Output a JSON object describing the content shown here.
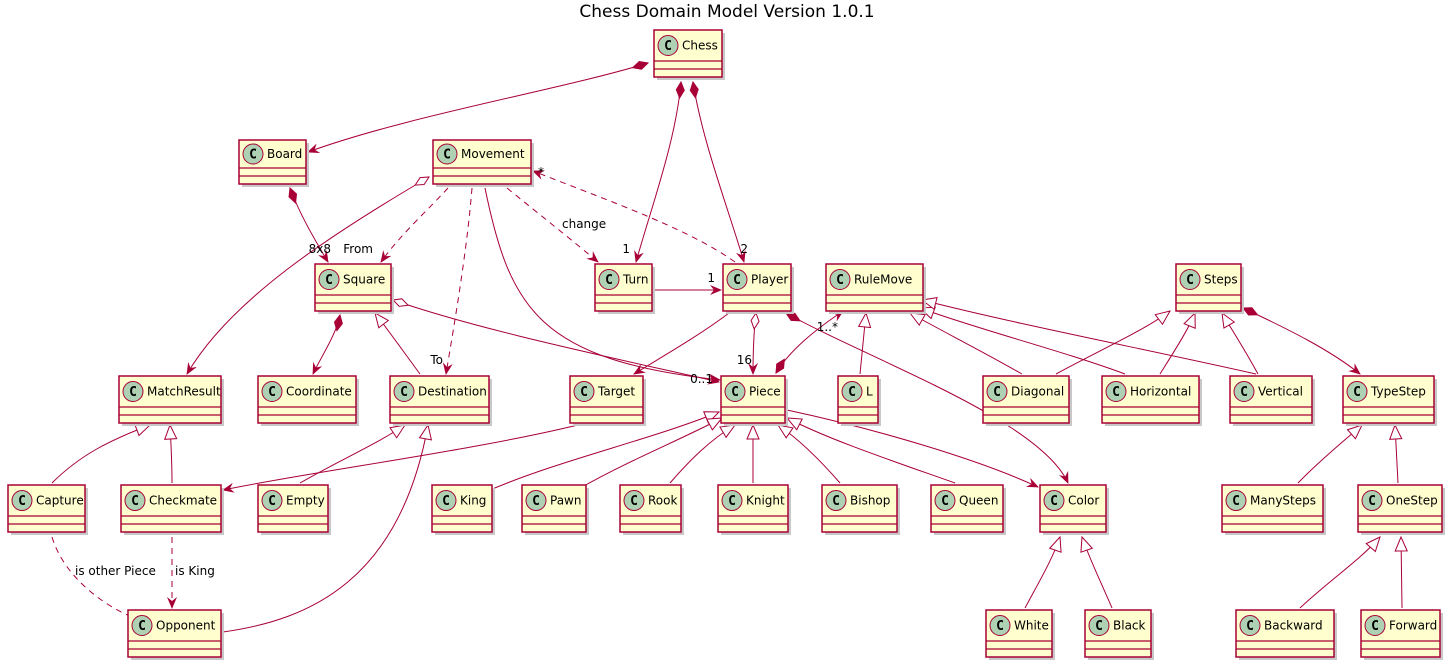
{
  "title": "Chess Domain Model Version 1.0.1",
  "classes": [
    {
      "id": "Chess",
      "name": "Chess"
    },
    {
      "id": "Board",
      "name": "Board"
    },
    {
      "id": "Movement",
      "name": "Movement"
    },
    {
      "id": "Square",
      "name": "Square"
    },
    {
      "id": "Turn",
      "name": "Turn"
    },
    {
      "id": "Player",
      "name": "Player"
    },
    {
      "id": "RuleMove",
      "name": "RuleMove"
    },
    {
      "id": "Steps",
      "name": "Steps"
    },
    {
      "id": "MatchResult",
      "name": "MatchResult"
    },
    {
      "id": "Coordinate",
      "name": "Coordinate"
    },
    {
      "id": "Destination",
      "name": "Destination"
    },
    {
      "id": "Target",
      "name": "Target"
    },
    {
      "id": "Piece",
      "name": "Piece"
    },
    {
      "id": "L",
      "name": "L"
    },
    {
      "id": "Diagonal",
      "name": "Diagonal"
    },
    {
      "id": "Horizontal",
      "name": "Horizontal"
    },
    {
      "id": "Vertical",
      "name": "Vertical"
    },
    {
      "id": "TypeStep",
      "name": "TypeStep"
    },
    {
      "id": "Capture",
      "name": "Capture"
    },
    {
      "id": "Checkmate",
      "name": "Checkmate"
    },
    {
      "id": "Empty",
      "name": "Empty"
    },
    {
      "id": "King",
      "name": "King"
    },
    {
      "id": "Pawn",
      "name": "Pawn"
    },
    {
      "id": "Rook",
      "name": "Rook"
    },
    {
      "id": "Knight",
      "name": "Knight"
    },
    {
      "id": "Bishop",
      "name": "Bishop"
    },
    {
      "id": "Queen",
      "name": "Queen"
    },
    {
      "id": "Color",
      "name": "Color"
    },
    {
      "id": "ManySteps",
      "name": "ManySteps"
    },
    {
      "id": "OneStep",
      "name": "OneStep"
    },
    {
      "id": "Opponent",
      "name": "Opponent"
    },
    {
      "id": "White",
      "name": "White"
    },
    {
      "id": "Black",
      "name": "Black"
    },
    {
      "id": "Backward",
      "name": "Backward"
    },
    {
      "id": "Forward",
      "name": "Forward"
    }
  ],
  "relations": [
    {
      "from": "Chess",
      "to": "Board",
      "kind": "composition"
    },
    {
      "from": "Chess",
      "to": "Turn",
      "kind": "composition",
      "to_mult": "1"
    },
    {
      "from": "Chess",
      "to": "Player",
      "kind": "composition",
      "to_mult": "2"
    },
    {
      "from": "Board",
      "to": "Square",
      "kind": "composition",
      "to_mult": "8x8"
    },
    {
      "from": "Movement",
      "to": "MatchResult",
      "kind": "aggregation"
    },
    {
      "from": "Movement",
      "to": "Square",
      "kind": "dependency",
      "to_mult": "From"
    },
    {
      "from": "Movement",
      "to": "Destination",
      "kind": "dependency",
      "to_mult": "To"
    },
    {
      "from": "Movement",
      "to": "Piece",
      "kind": "association"
    },
    {
      "from": "Movement",
      "to": "Turn",
      "kind": "dependency",
      "label": "change"
    },
    {
      "from": "Player",
      "to": "Movement",
      "kind": "dependency",
      "to_mult": "*"
    },
    {
      "from": "Turn",
      "to": "Player",
      "kind": "association",
      "to_mult": "1"
    },
    {
      "from": "Player",
      "to": "Piece",
      "kind": "aggregation",
      "to_mult": "16"
    },
    {
      "from": "Player",
      "to": "Target",
      "kind": "association"
    },
    {
      "from": "Player",
      "to": "Color",
      "kind": "composition"
    },
    {
      "from": "Square",
      "to": "Coordinate",
      "kind": "composition"
    },
    {
      "from": "Square",
      "to": "Piece",
      "kind": "aggregation",
      "to_mult": "0..1"
    },
    {
      "from": "Destination",
      "to": "Square",
      "kind": "generalization"
    },
    {
      "from": "Piece",
      "to": "RuleMove",
      "kind": "composition",
      "to_mult": "1..*"
    },
    {
      "from": "L",
      "to": "RuleMove",
      "kind": "generalization"
    },
    {
      "from": "Diagonal",
      "to": "RuleMove",
      "kind": "generalization"
    },
    {
      "from": "Horizontal",
      "to": "RuleMove",
      "kind": "generalization"
    },
    {
      "from": "Vertical",
      "to": "RuleMove",
      "kind": "generalization"
    },
    {
      "from": "Diagonal",
      "to": "Steps",
      "kind": "generalization"
    },
    {
      "from": "Horizontal",
      "to": "Steps",
      "kind": "generalization"
    },
    {
      "from": "Vertical",
      "to": "Steps",
      "kind": "generalization"
    },
    {
      "from": "Steps",
      "to": "TypeStep",
      "kind": "composition"
    },
    {
      "from": "Capture",
      "to": "MatchResult",
      "kind": "generalization"
    },
    {
      "from": "Checkmate",
      "to": "MatchResult",
      "kind": "generalization"
    },
    {
      "from": "Target",
      "to": "Checkmate",
      "kind": "association"
    },
    {
      "from": "Empty",
      "to": "Destination",
      "kind": "generalization"
    },
    {
      "from": "Opponent",
      "to": "Destination",
      "kind": "generalization"
    },
    {
      "from": "King",
      "to": "Piece",
      "kind": "generalization"
    },
    {
      "from": "Pawn",
      "to": "Piece",
      "kind": "generalization"
    },
    {
      "from": "Rook",
      "to": "Piece",
      "kind": "generalization"
    },
    {
      "from": "Knight",
      "to": "Piece",
      "kind": "generalization"
    },
    {
      "from": "Bishop",
      "to": "Piece",
      "kind": "generalization"
    },
    {
      "from": "Queen",
      "to": "Piece",
      "kind": "generalization"
    },
    {
      "from": "Piece",
      "to": "Color",
      "kind": "association"
    },
    {
      "from": "ManySteps",
      "to": "TypeStep",
      "kind": "generalization"
    },
    {
      "from": "OneStep",
      "to": "TypeStep",
      "kind": "generalization"
    },
    {
      "from": "Capture",
      "to": "Opponent",
      "kind": "dependency",
      "label": "is other Piece"
    },
    {
      "from": "Checkmate",
      "to": "Opponent",
      "kind": "dependency",
      "label": "is King"
    },
    {
      "from": "White",
      "to": "Color",
      "kind": "generalization"
    },
    {
      "from": "Black",
      "to": "Color",
      "kind": "generalization"
    },
    {
      "from": "Backward",
      "to": "OneStep",
      "kind": "generalization"
    },
    {
      "from": "Forward",
      "to": "OneStep",
      "kind": "generalization"
    }
  ],
  "colors": {
    "box_fill": "#FEFECE",
    "border": "#A80036",
    "class_circle": "#ADD1B2"
  }
}
